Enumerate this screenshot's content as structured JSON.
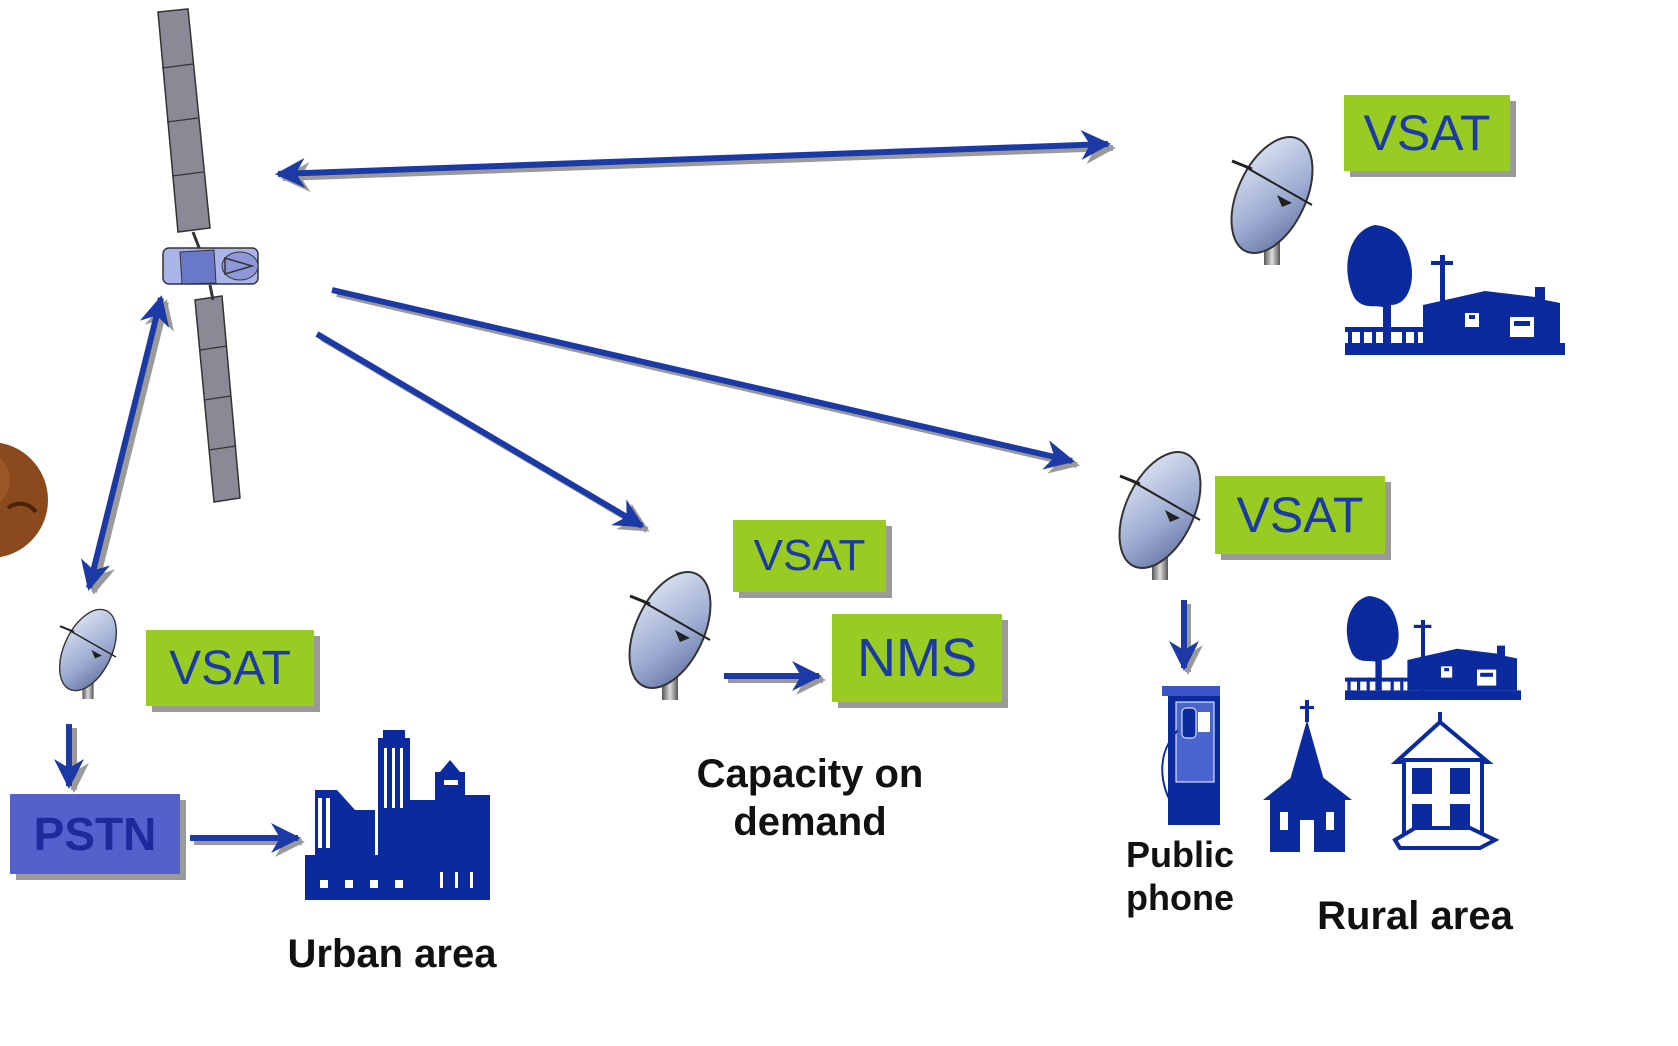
{
  "labels": {
    "vsat_top_right": "VSAT",
    "vsat_right": "VSAT",
    "vsat_center": "VSAT",
    "vsat_left": "VSAT",
    "nms": "NMS",
    "pstn": "PSTN"
  },
  "captions": {
    "capacity_line1": "Capacity on",
    "capacity_line2": "demand",
    "public_line1": "Public",
    "public_line2": "phone",
    "rural": "Rural area",
    "urban": "Urban area"
  },
  "colors": {
    "arrow": "#1c3aa6",
    "label_green": "#99cc22",
    "label_text": "#1c3aa6",
    "pstn_fill": "#5560cc",
    "icon_blue": "#0a2a9e",
    "dish": "#8fa0c8"
  }
}
